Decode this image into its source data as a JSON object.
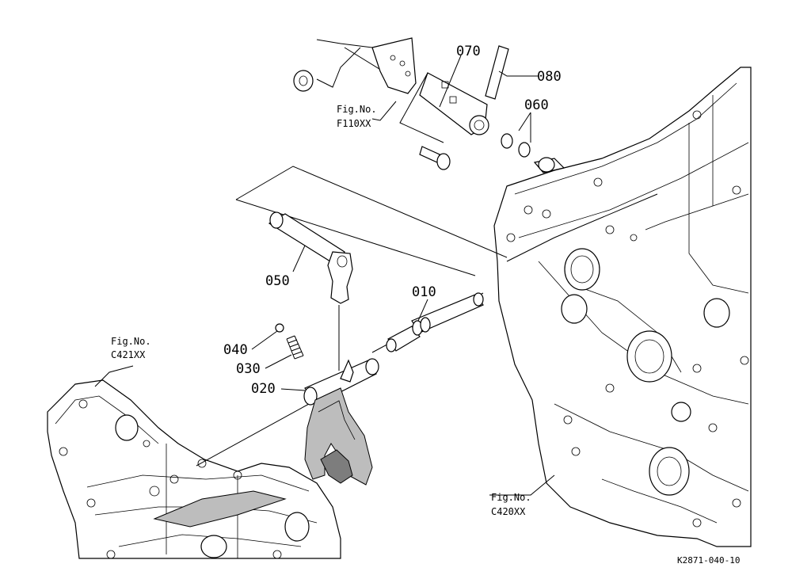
{
  "parts": [
    {
      "id": "p010",
      "label": "010"
    },
    {
      "id": "p020",
      "label": "020"
    },
    {
      "id": "p030",
      "label": "030"
    },
    {
      "id": "p040",
      "label": "040"
    },
    {
      "id": "p050",
      "label": "050"
    },
    {
      "id": "p060",
      "label": "060"
    },
    {
      "id": "p070",
      "label": "070"
    },
    {
      "id": "p080",
      "label": "080"
    }
  ],
  "figure_refs": [
    {
      "id": "f110",
      "line1": "Fig.No.",
      "line2": "F110XX"
    },
    {
      "id": "c421",
      "line1": "Fig.No.",
      "line2": "C421XX"
    },
    {
      "id": "c420",
      "line1": "Fig.No.",
      "line2": "C420XX"
    }
  ],
  "drawing_code": "K2871-040-10"
}
